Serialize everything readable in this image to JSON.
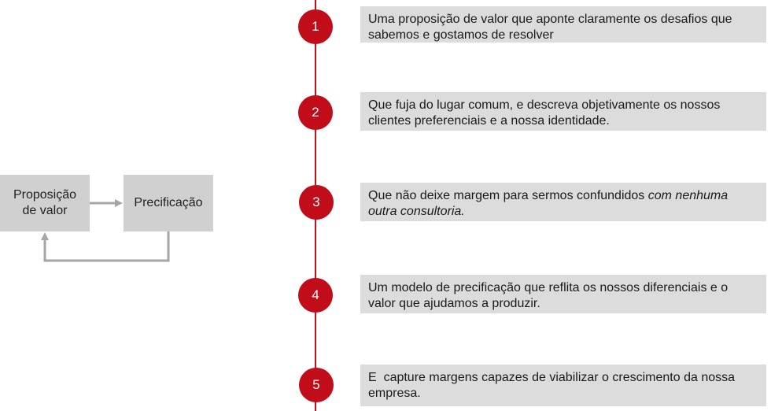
{
  "flow": {
    "box1_line1": "Proposição",
    "box1_line2": "de valor",
    "box2_label": "Precificação"
  },
  "colors": {
    "accent_red": "#c00d19",
    "box_grey": "#d0d0d0",
    "text_panel_grey": "#dcdcdc",
    "arrow_grey": "#a6a6a6"
  },
  "steps": [
    {
      "number": "1",
      "text": "Uma proposição de valor que aponte claramente os desafios que sabemos e gostamos de resolver"
    },
    {
      "number": "2",
      "text": "Que fuja do lugar comum, e descreva objetivamente os nossos clientes preferenciais e a nossa identidade."
    },
    {
      "number": "3",
      "text_plain": "Que não deixe margem para sermos confundidos ",
      "text_italic": "com nenhuma outra consultoria."
    },
    {
      "number": "4",
      "text": "Um modelo de precificação que reflita os nossos diferenciais e o valor que ajudamos a produzir."
    },
    {
      "number": "5",
      "text": "E  capture margens capazes de viabilizar o crescimento da nossa empresa."
    }
  ]
}
